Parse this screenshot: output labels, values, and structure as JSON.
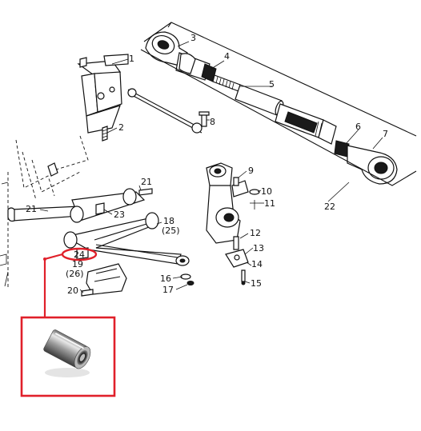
{
  "callouts": [
    {
      "id": "c1",
      "text": "1"
    },
    {
      "id": "c2",
      "text": "2"
    },
    {
      "id": "c3",
      "text": "3"
    },
    {
      "id": "c4",
      "text": "4"
    },
    {
      "id": "c5",
      "text": "5"
    },
    {
      "id": "c6",
      "text": "6"
    },
    {
      "id": "c7",
      "text": "7"
    },
    {
      "id": "c8",
      "text": "8"
    },
    {
      "id": "c9",
      "text": "9"
    },
    {
      "id": "c10",
      "text": "10"
    },
    {
      "id": "c11",
      "text": "11"
    },
    {
      "id": "c12",
      "text": "12"
    },
    {
      "id": "c13",
      "text": "13"
    },
    {
      "id": "c14",
      "text": "14"
    },
    {
      "id": "c15",
      "text": "15"
    },
    {
      "id": "c16",
      "text": "16"
    },
    {
      "id": "c17",
      "text": "17"
    },
    {
      "id": "c18",
      "text": "18"
    },
    {
      "id": "c18b",
      "text": "(25)"
    },
    {
      "id": "c19",
      "text": "19"
    },
    {
      "id": "c19b",
      "text": "(26)"
    },
    {
      "id": "c20",
      "text": "20"
    },
    {
      "id": "c21a",
      "text": "21"
    },
    {
      "id": "c21b",
      "text": "21"
    },
    {
      "id": "c22",
      "text": "22"
    },
    {
      "id": "c23",
      "text": "23"
    },
    {
      "id": "c24",
      "text": "24"
    }
  ],
  "highlight": {
    "part_number": "24",
    "color": "#e0202a"
  },
  "inset": {
    "content": "bushing-photo"
  }
}
